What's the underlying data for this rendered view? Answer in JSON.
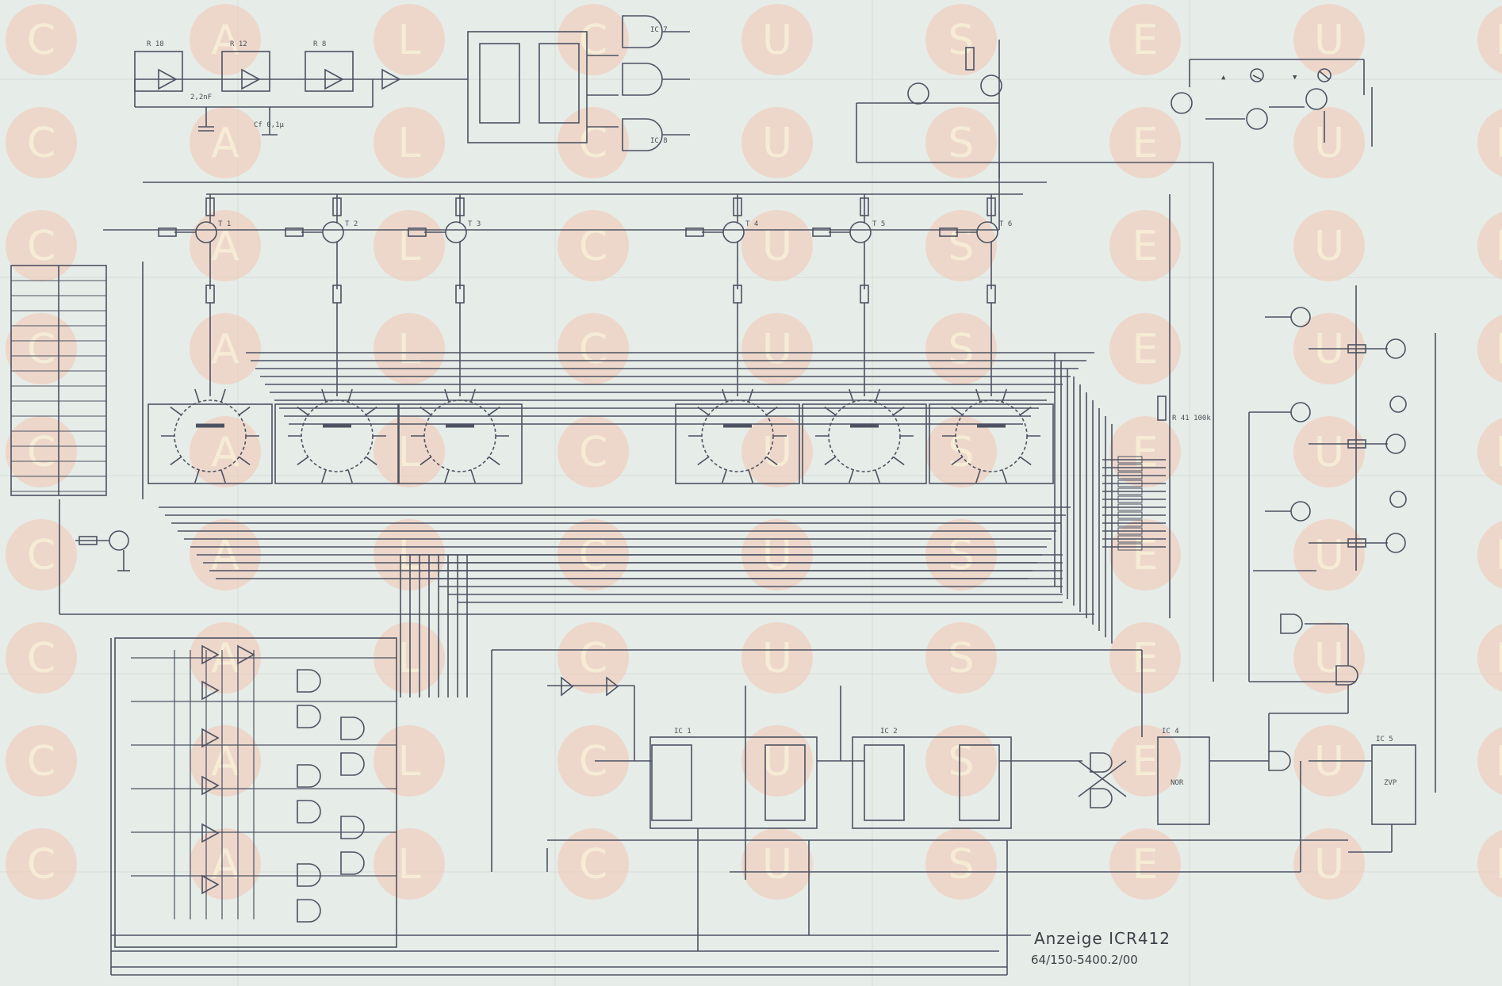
{
  "title_block": {
    "line1": "Anzeige ICR412",
    "line2": "64/150-5400.2/00"
  },
  "watermark": {
    "text": "CALCUSEUM",
    "circle_fill": "#f2c7b4",
    "letter_color": "#f7efd7"
  },
  "colors": {
    "paper": "#e6ece7",
    "ink": "#4c5262",
    "faint_grid": "#ccd6d0"
  },
  "components": {
    "top_resistors": [
      "R 18",
      "R 12",
      "R 8"
    ],
    "top_caps": [
      "2,2nF",
      "Cf 0,1µ"
    ],
    "opamp_labels": [
      "IC 7",
      "IC 8"
    ],
    "lamp_labels": [
      "▲",
      "▼"
    ],
    "transistor_labels_left": [
      "T 1",
      "T 2",
      "T 3"
    ],
    "transistor_labels_right": [
      "T 4",
      "T 5",
      "T 6"
    ],
    "resistor_mid": "R 41  100k",
    "ic_bottom": [
      "IC 1",
      "IC 2",
      "IC 4",
      "IC 5"
    ],
    "block_labels": [
      "NOR",
      "ZVP"
    ]
  }
}
